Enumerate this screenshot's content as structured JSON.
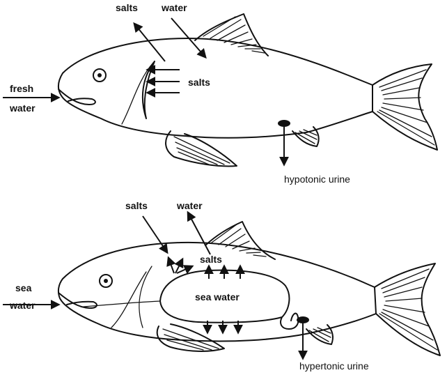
{
  "freshwater_fish": {
    "labels": {
      "salts_out": "salts",
      "water_in": "water",
      "salts_gill": "salts",
      "fresh": "fresh",
      "water_mouth": "water",
      "urine": "hypotonic urine"
    }
  },
  "seawater_fish": {
    "labels": {
      "salts_in": "salts",
      "water_out": "water",
      "salts_body": "salts",
      "sea_water_gut": "sea water",
      "sea": "sea",
      "water_mouth": "water",
      "urine": "hypertonic urine"
    }
  },
  "colors": {
    "ink": "#111111",
    "background": "#ffffff"
  }
}
